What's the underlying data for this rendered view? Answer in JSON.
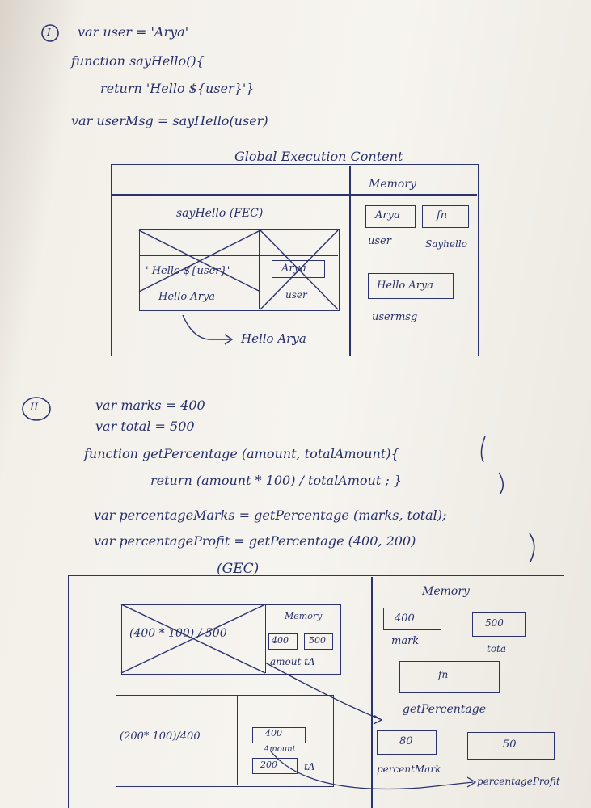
{
  "section1": {
    "number": "I",
    "code": [
      "var user = 'Arya'",
      "function sayHello(){",
      "return 'Hello ${user}'}",
      "var userMsg = sayHello(user)"
    ],
    "gec_title": "Global Execution Content",
    "memory_label": "Memory",
    "fec_label": "sayHello (FEC)",
    "fec_expr1": "' Hello ${user}'",
    "fec_expr2": "Hello Arya",
    "fec_mem_value": "Arya",
    "fec_mem_label": "user",
    "return_result": "Hello Arya",
    "mem_values": [
      "Arya",
      "fn",
      "Hello Arya"
    ],
    "mem_labels": [
      "user",
      "Sayhello",
      "usermsg"
    ]
  },
  "section2": {
    "number": "II",
    "code": [
      "var marks = 400",
      "var total = 500",
      "function getPercentage (amount, totalAmount){",
      "return (amount * 100) / totalAmout ; }",
      "var percentageMarks = getPercentage (marks, total);",
      "var percentageProfit = getPercentage (400, 200)"
    ],
    "gec_label": "(GEC)",
    "memory_label": "Memory",
    "fec1_expr": "(400 * 100) / 500",
    "fec1_mem_label": "Memory",
    "fec1_mem_values": [
      "400",
      "500"
    ],
    "fec1_mem_labels": "amout  tA",
    "fec2_expr": "(200* 100)/400",
    "fec2_mem_values": [
      "400",
      "200"
    ],
    "fec2_mem_labels": [
      "Amount",
      "tA"
    ],
    "mem_values": [
      "400",
      "500",
      "fn",
      "80",
      "50"
    ],
    "mem_labels": [
      "mark",
      "tota",
      "getPercentage",
      "percentMark",
      "percentageProfit"
    ]
  }
}
